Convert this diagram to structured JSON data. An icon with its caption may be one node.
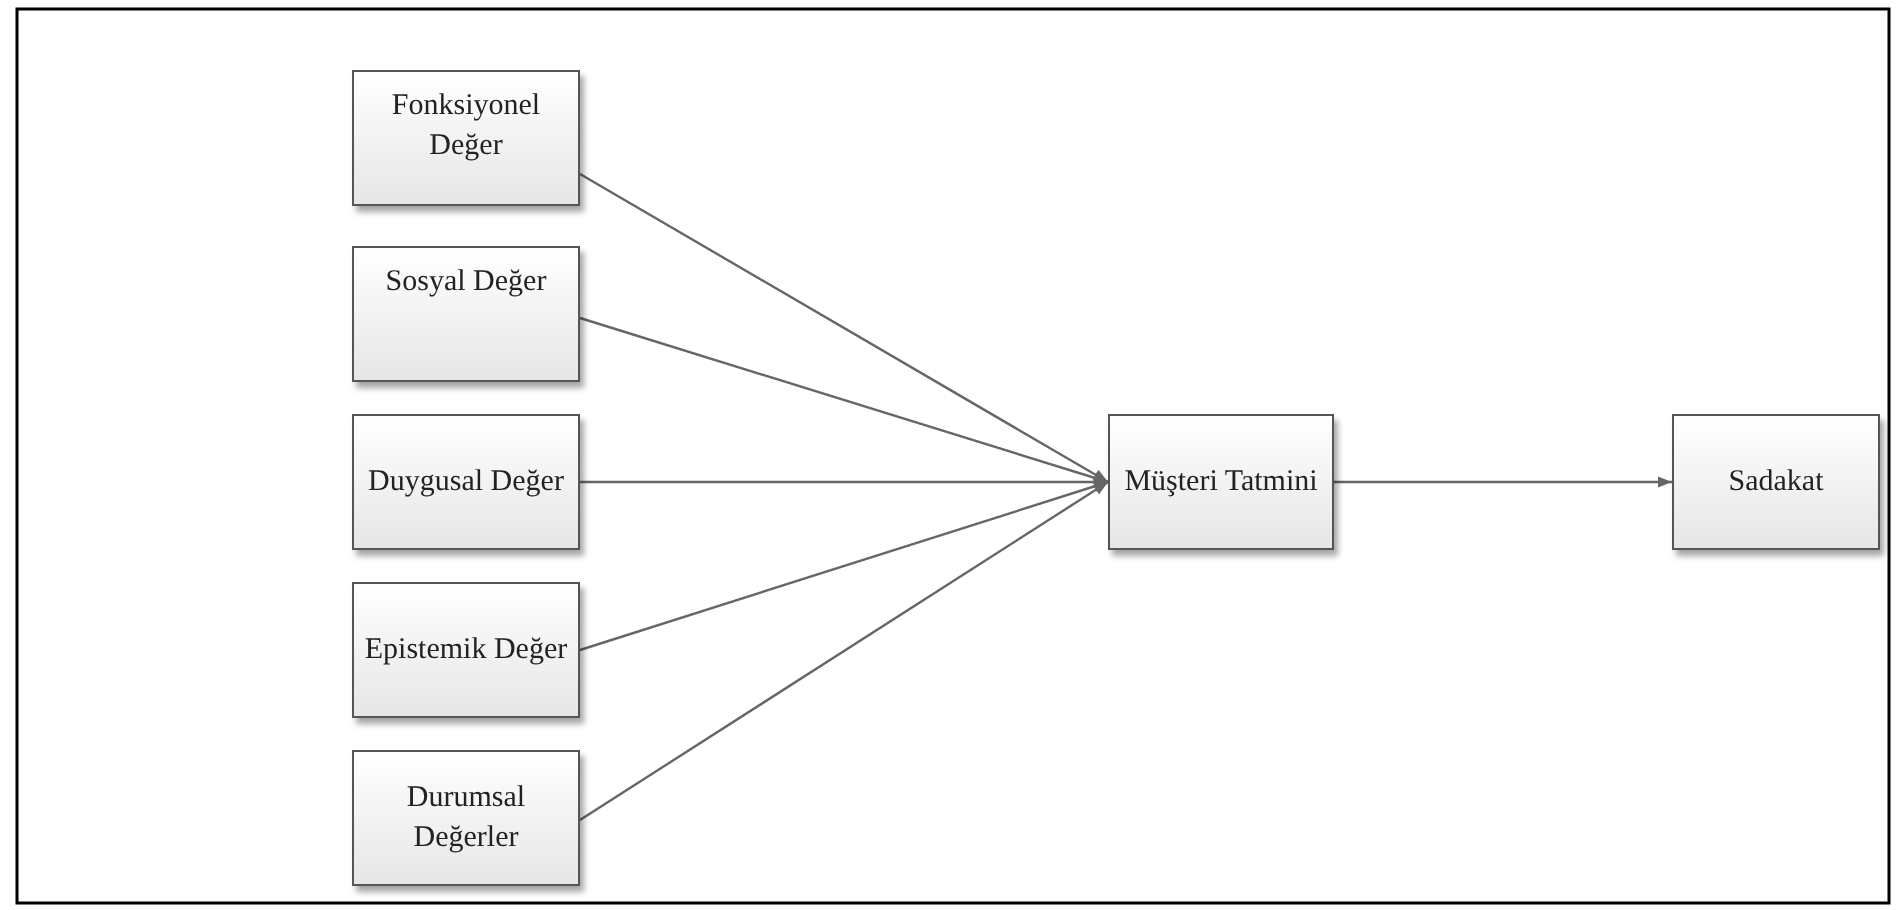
{
  "diagram": {
    "nodes": [
      {
        "text": [
          "Fonksiyonel Değer"
        ]
      },
      {
        "text": [
          "Sosyal Değer"
        ]
      },
      {
        "text": [
          "Duygusal Değer"
        ]
      },
      {
        "text": [
          "Epistemik Değer"
        ]
      },
      {
        "text": [
          "Durumsal Değerler"
        ]
      },
      {
        "text": [
          "Müşteri Tatmini"
        ]
      },
      {
        "text": [
          "Sadakat"
        ]
      }
    ],
    "edges": [
      {
        "from": 0,
        "to": 5,
        "arrow": "to"
      },
      {
        "from": 1,
        "to": 5,
        "arrow": "to"
      },
      {
        "from": 2,
        "to": 5,
        "arrow": "to"
      },
      {
        "from": 3,
        "to": 5,
        "arrow": "to"
      },
      {
        "from": 4,
        "to": 5,
        "arrow": "to"
      },
      {
        "from": 5,
        "to": 6,
        "arrow": "to"
      }
    ]
  }
}
